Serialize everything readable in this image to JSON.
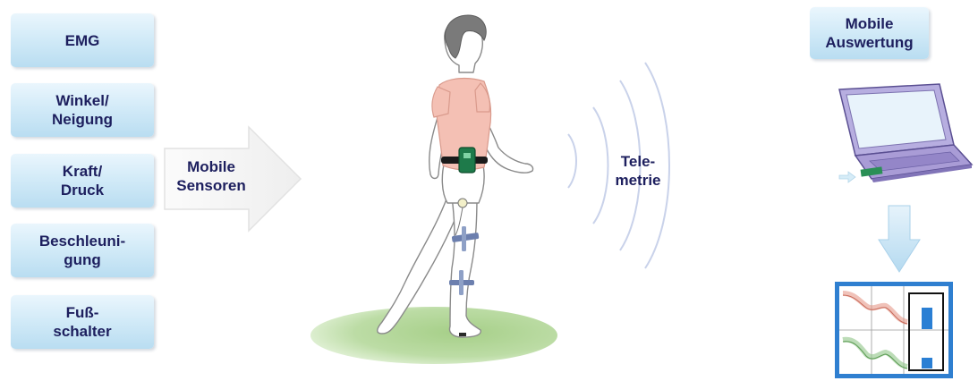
{
  "sensors": [
    {
      "label": "EMG"
    },
    {
      "label": "Winkel/\nNeigung"
    },
    {
      "label": "Kraft/\nDruck"
    },
    {
      "label": "Beschleuni-\ngung"
    },
    {
      "label": "Fuß-\nschalter"
    }
  ],
  "arrow_label": "Mobile\nSensoren",
  "telemetry_label": "Tele-\nmetrie",
  "evaluation_label": "Mobile\nAuswertung",
  "colors": {
    "box_fill": "#c9e6f6",
    "text": "#1d1f5e",
    "shirt": "#f4c0b4",
    "floor": "#a6cf88",
    "device": "#1e7a4a",
    "sensor_band": "#6c7fae",
    "laptop": "#a99cd6",
    "chart_red": "#e3907f",
    "chart_green": "#8fc487",
    "chart_bar": "#2a7fd4"
  },
  "icons": [
    "laptop-icon",
    "down-arrow-icon",
    "chart-thumbnail-icon",
    "telemetry-waves-icon",
    "walking-person-figure"
  ]
}
